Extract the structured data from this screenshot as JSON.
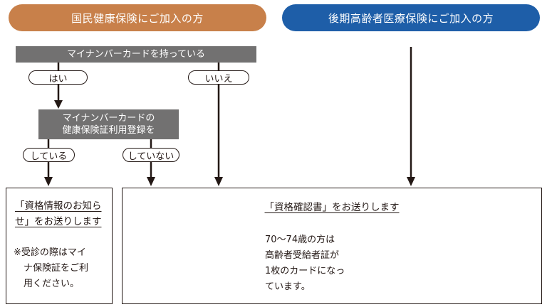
{
  "header": {
    "left_pill": "国民健康保険にご加入の方",
    "right_pill": "後期高齢者医療保険にご加入の方"
  },
  "question1": "マイナンバーカードを持っている",
  "answers1": {
    "yes": "はい",
    "no": "いいえ"
  },
  "question2": {
    "line1": "マイナンバーカードの",
    "line2": "健康保険証利用登録を"
  },
  "answers2": {
    "registered": "している",
    "not_registered": "していない"
  },
  "result_left": {
    "title_line1": "「資格情報のお知ら",
    "title_line2": "せ」をお送りします",
    "note_line1": "※受診の際はマイ",
    "note_line2": "ナ保険証をご利",
    "note_line3": "用ください。"
  },
  "result_right": {
    "title": "「資格確認書」をお送りします",
    "body_line1": "70～74歳の方は",
    "body_line2": "高齢者受給者証が",
    "body_line3": "1枚のカードになっ",
    "body_line4": "ています。"
  },
  "colors": {
    "orange": "#c8804a",
    "blue": "#1e5ea8",
    "gray": "#727171",
    "ink": "#231815"
  }
}
